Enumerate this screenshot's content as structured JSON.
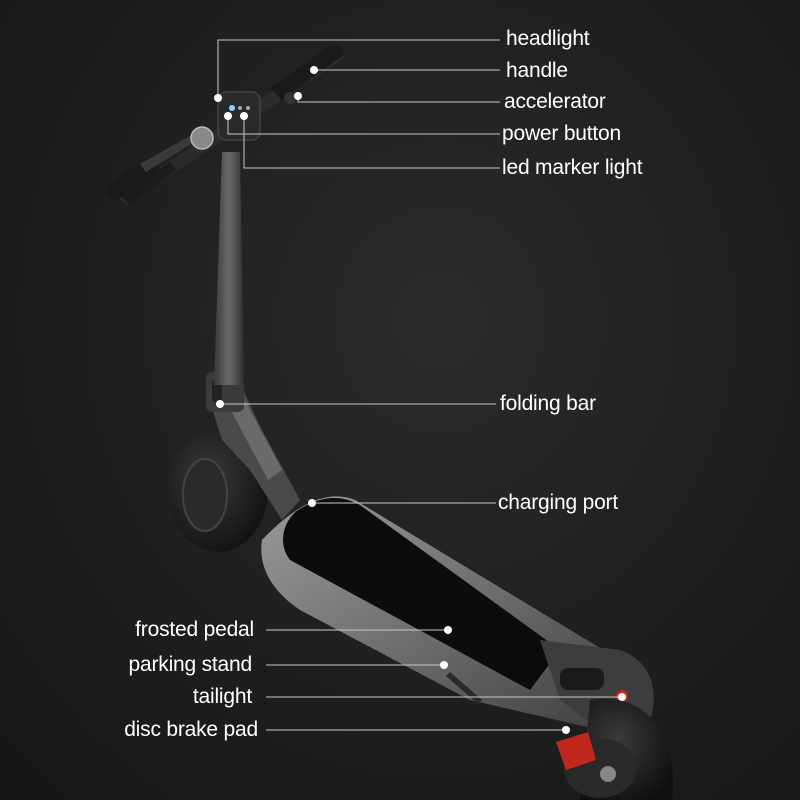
{
  "labels": {
    "headlight": "headlight",
    "handle": "handle",
    "accelerator": "accelerator",
    "power_button": "power button",
    "led_marker_light": "led marker light",
    "folding_bar": "folding bar",
    "charging_port": "charging port",
    "frosted_pedal": "frosted pedal",
    "parking_stand": "parking stand",
    "tailight": "tailight",
    "disc_brake_pad": "disc brake pad"
  },
  "colors": {
    "background": "#1c1c1c",
    "label_text": "#ffffff",
    "leader_line": "#c8c8c8",
    "scooter_body": "#5a5a5a",
    "deck_grip": "#0c0c0c",
    "tire": "#151515",
    "tail_light": "#d0201a",
    "brake_caliper": "#c0281e"
  }
}
